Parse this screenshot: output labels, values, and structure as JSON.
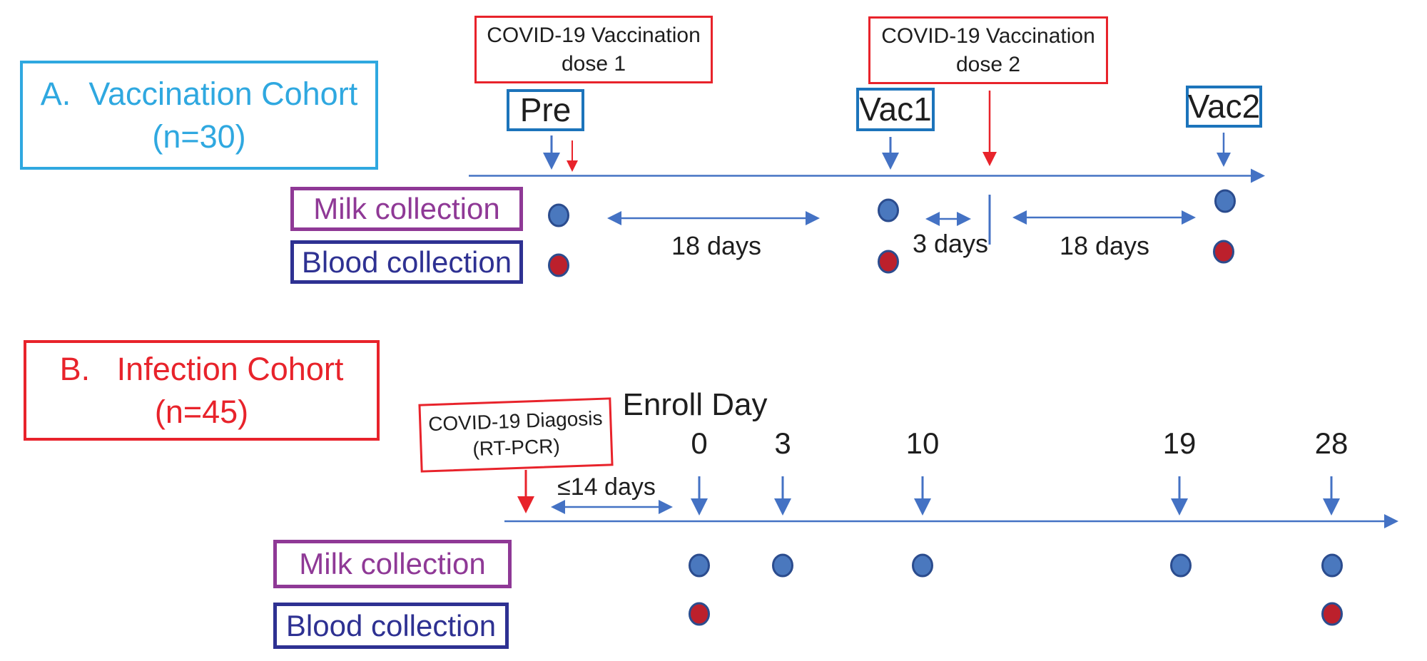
{
  "colors": {
    "panel_a_accent": "#2fa8e0",
    "red": "#e8232b",
    "timepoint_box_blue": "#1c74bb",
    "timeline_blue": "#4472c4",
    "milk_purple": "#8f3996",
    "blood_dark_blue": "#2e3192",
    "milk_dot_fill": "#4a78be",
    "blood_dot_fill": "#bc202c",
    "dot_border_blue": "#2b4c8e",
    "text_black": "#1e1e1e"
  },
  "panel_a": {
    "header": {
      "line1": "A.  Vaccination Cohort",
      "line2": "(n=30)"
    },
    "dose1_box": {
      "line1": "COVID-19 Vaccination",
      "line2": "dose 1"
    },
    "dose2_box": {
      "line1": "COVID-19 Vaccination",
      "line2": "dose 2"
    },
    "timepoints": [
      "Pre",
      "Vac1",
      "Vac2"
    ],
    "intervals": [
      "18 days",
      "3 days",
      "18 days"
    ],
    "legend": {
      "milk": "Milk collection",
      "blood": "Blood collection"
    },
    "collections": {
      "milk_at": [
        "Pre",
        "Vac1",
        "Vac2"
      ],
      "blood_at": [
        "Pre",
        "Vac1",
        "Vac2"
      ]
    }
  },
  "panel_b": {
    "header": {
      "line1": "B.   Infection Cohort",
      "line2": "(n=45)"
    },
    "diagnosis_box": {
      "line1": "COVID-19 Diagosis",
      "line2": "(RT-PCR)"
    },
    "enroll_day_label": "Enroll Day",
    "days": [
      "0",
      "3",
      "10",
      "19",
      "28"
    ],
    "interval_label": "≤14 days",
    "legend": {
      "milk": "Milk collection",
      "blood": "Blood collection"
    },
    "collections": {
      "milk_at_days": [
        "0",
        "3",
        "10",
        "19",
        "28"
      ],
      "blood_at_days": [
        "0",
        "28"
      ]
    }
  }
}
